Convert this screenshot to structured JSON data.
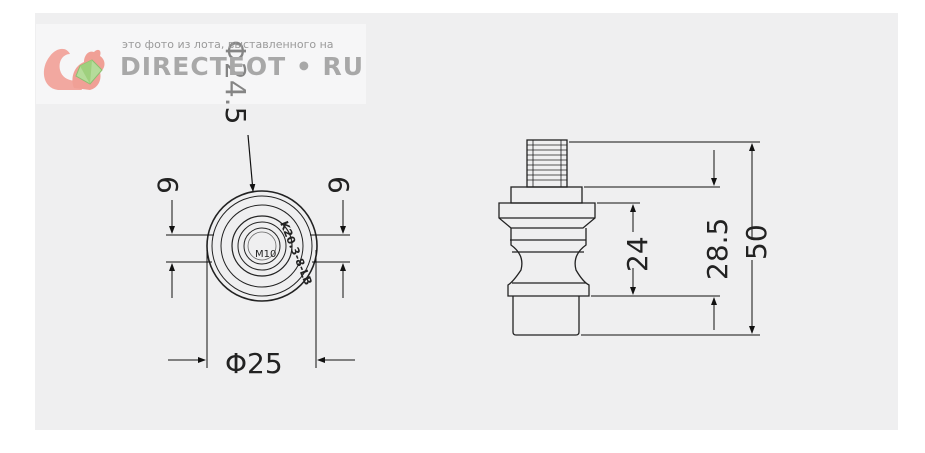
{
  "watermark": {
    "caption": "это фото из лота, выставленного на",
    "brand": "DIRECTEOT • RU"
  },
  "drawing": {
    "top_diameter_label": "Φ24.5",
    "side_left_label": "6",
    "side_right_label": "6",
    "bottom_diameter_label": "Φ25",
    "part_marking": "K20.3-8-LB",
    "thread_label": "M10",
    "dim_24": "24",
    "dim_28_5": "28.5",
    "dim_50": "50"
  }
}
